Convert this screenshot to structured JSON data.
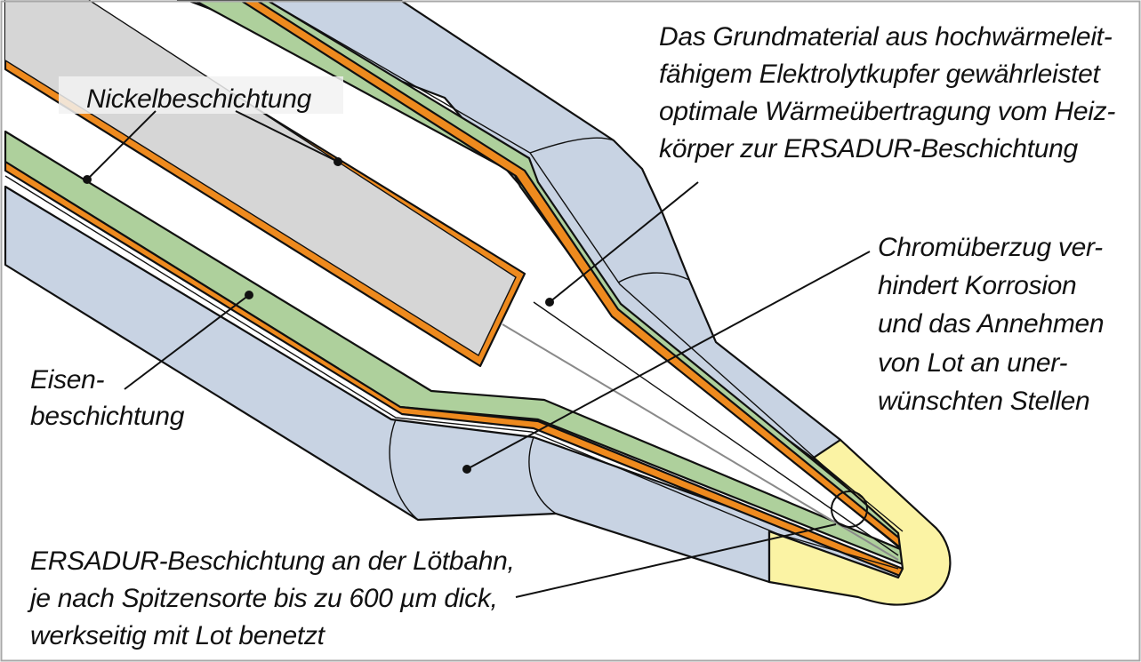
{
  "colors": {
    "steel": "#c8d3e3",
    "iron": "#aed09c",
    "nickel": "#ee8a1e",
    "copper_core": "#d6d6d6",
    "ersadur": "#fbf3a4",
    "outline": "#111111",
    "frame": "#a8a8a8"
  },
  "labels": {
    "nickel": "Nickelbeschichtung",
    "iron": [
      "Eisen-",
      "beschichtung"
    ],
    "base_material": [
      "Das Grundmaterial aus hochwärmeleit-",
      "fähigem Elektrolytkupfer gewährleistet",
      "optimale Wärmeübertragung vom Heiz-",
      "körper zur ERSADUR-Beschichtung"
    ],
    "chrome": [
      "Chromüberzug ver-",
      "hindert Korrosion",
      "und das Annehmen",
      "von Lot an uner-",
      "wünschten Stellen"
    ],
    "ersadur": [
      "ERSADUR-Beschichtung an der Lötbahn,",
      "je nach Spitzensorte bis zu 600 µm dick,",
      "werkseitig mit Lot benetzt"
    ]
  }
}
